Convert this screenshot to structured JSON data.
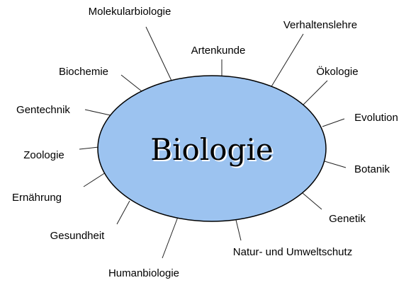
{
  "diagram": {
    "center": {
      "label": "Biologie",
      "fill": "#9cc3f0",
      "stroke": "#000000"
    },
    "topics": [
      {
        "id": "molekularbiologie",
        "label": "Molekularbiologie"
      },
      {
        "id": "artenkunde",
        "label": "Artenkunde"
      },
      {
        "id": "verhaltenslehre",
        "label": "Verhaltenslehre"
      },
      {
        "id": "oekologie",
        "label": "Ökologie"
      },
      {
        "id": "evolution",
        "label": "Evolution"
      },
      {
        "id": "botanik",
        "label": "Botanik"
      },
      {
        "id": "genetik",
        "label": "Genetik"
      },
      {
        "id": "natur-umweltschutz",
        "label": "Natur- und Umweltschutz"
      },
      {
        "id": "humanbiologie",
        "label": "Humanbiologie"
      },
      {
        "id": "gesundheit",
        "label": "Gesundheit"
      },
      {
        "id": "ernaehrung",
        "label": "Ernährung"
      },
      {
        "id": "zoologie",
        "label": "Zoologie"
      },
      {
        "id": "gentechnik",
        "label": "Gentechnik"
      },
      {
        "id": "biochemie",
        "label": "Biochemie"
      }
    ]
  }
}
